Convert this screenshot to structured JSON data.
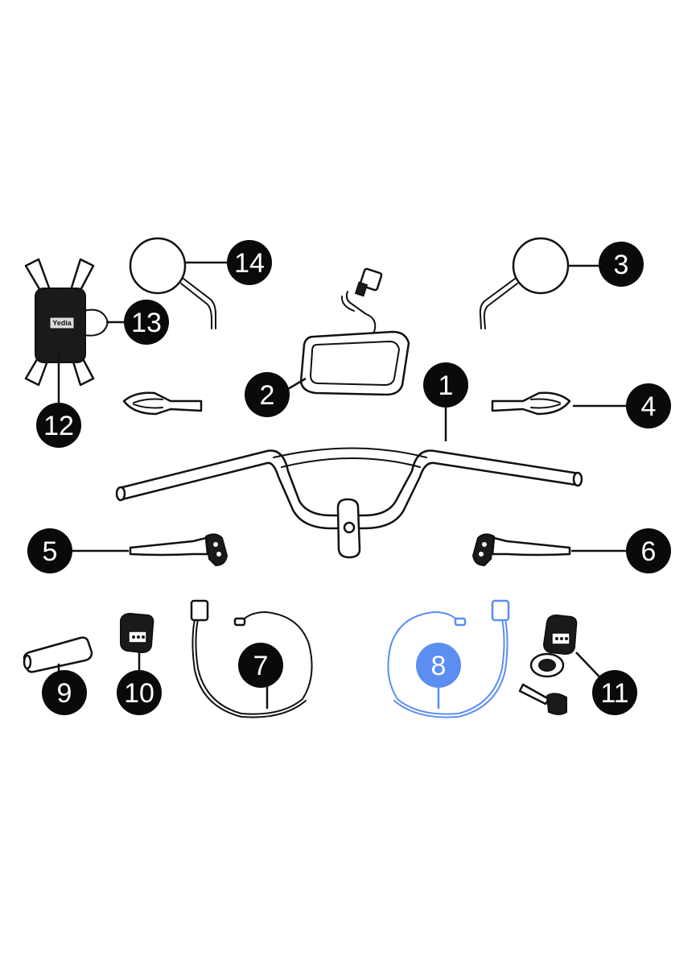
{
  "callouts": [
    {
      "id": "1",
      "label": "1"
    },
    {
      "id": "2",
      "label": "2"
    },
    {
      "id": "3",
      "label": "3"
    },
    {
      "id": "4",
      "label": "4"
    },
    {
      "id": "5",
      "label": "5"
    },
    {
      "id": "6",
      "label": "6"
    },
    {
      "id": "7",
      "label": "7"
    },
    {
      "id": "8",
      "label": "8",
      "highlighted": true
    },
    {
      "id": "9",
      "label": "9"
    },
    {
      "id": "10",
      "label": "10"
    },
    {
      "id": "11",
      "label": "11"
    },
    {
      "id": "12",
      "label": "12"
    },
    {
      "id": "13",
      "label": "13"
    },
    {
      "id": "14",
      "label": "14"
    }
  ],
  "phone_holder_brand": "Yedia",
  "colors": {
    "callout": "#0a0a0a",
    "highlight": "#5b8ef0",
    "line": "#111111",
    "background": "#ffffff"
  }
}
